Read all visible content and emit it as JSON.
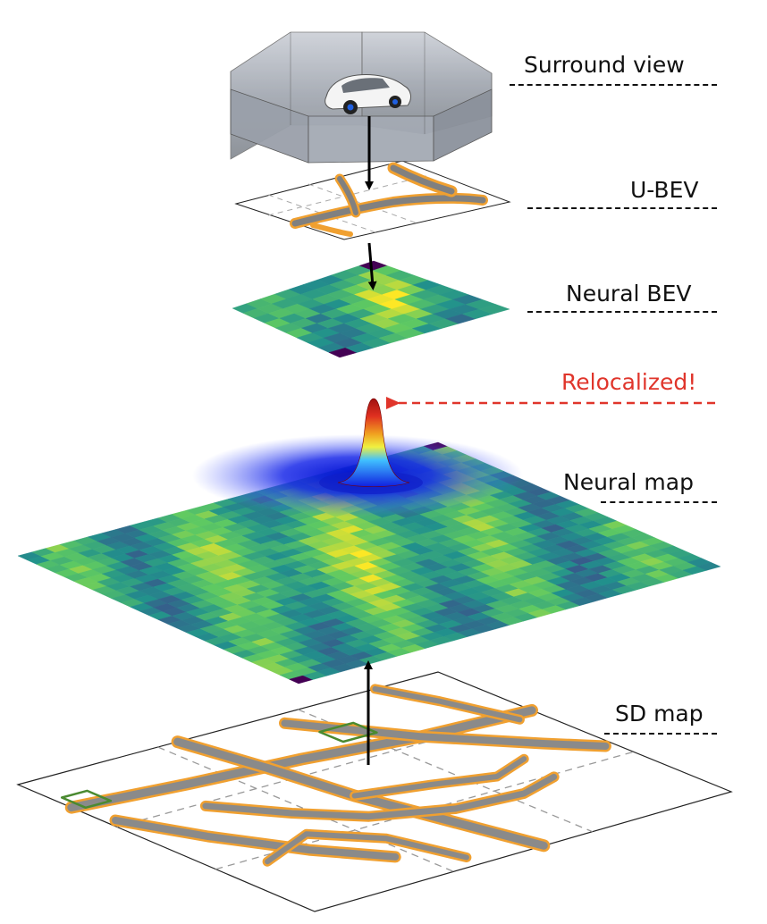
{
  "labels": {
    "surround_view": "Surround view",
    "u_bev": "U-BEV",
    "neural_bev": "Neural BEV",
    "relocalized": "Relocalized!",
    "neural_map": "Neural map",
    "sd_map": "SD map"
  },
  "colors": {
    "road": "#8a8a8a",
    "building_edge": "#f0a030",
    "park": "#4a8a30",
    "viridis_low": "#440154",
    "viridis_mid": "#21918c",
    "viridis_high": "#fde725",
    "peak_hot": "#d7301f",
    "peak_cold": "#1020e0",
    "relocalized_arrow": "#e0352b"
  },
  "icons": {
    "car": "car-icon",
    "peak": "probability-peak-icon"
  }
}
